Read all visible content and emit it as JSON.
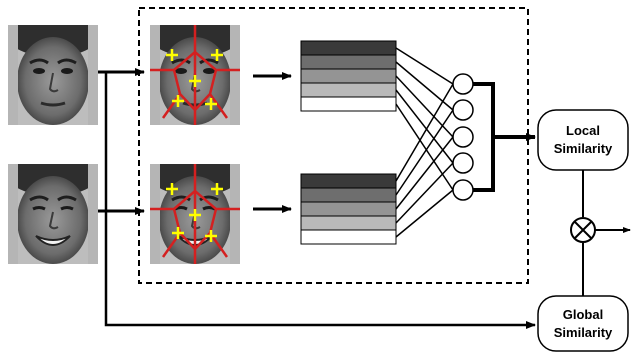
{
  "boxes": {
    "local": {
      "line1": "Local",
      "line2": "Similarity"
    },
    "global": {
      "line1": "Global",
      "line2": "Similarity"
    }
  },
  "faces": [
    {
      "name": "neutral-face",
      "expression": "neutral"
    },
    {
      "name": "smiling-face",
      "expression": "smile"
    }
  ],
  "histogram_shades": [
    "#3a3a3a",
    "#6e6e6e",
    "#949494",
    "#b9b9b9",
    "#ffffff"
  ],
  "overlay_colors": {
    "region_lines": "#d42020",
    "landmarks": "#ffff00"
  },
  "icons": {
    "combine": "circled-times-icon"
  }
}
